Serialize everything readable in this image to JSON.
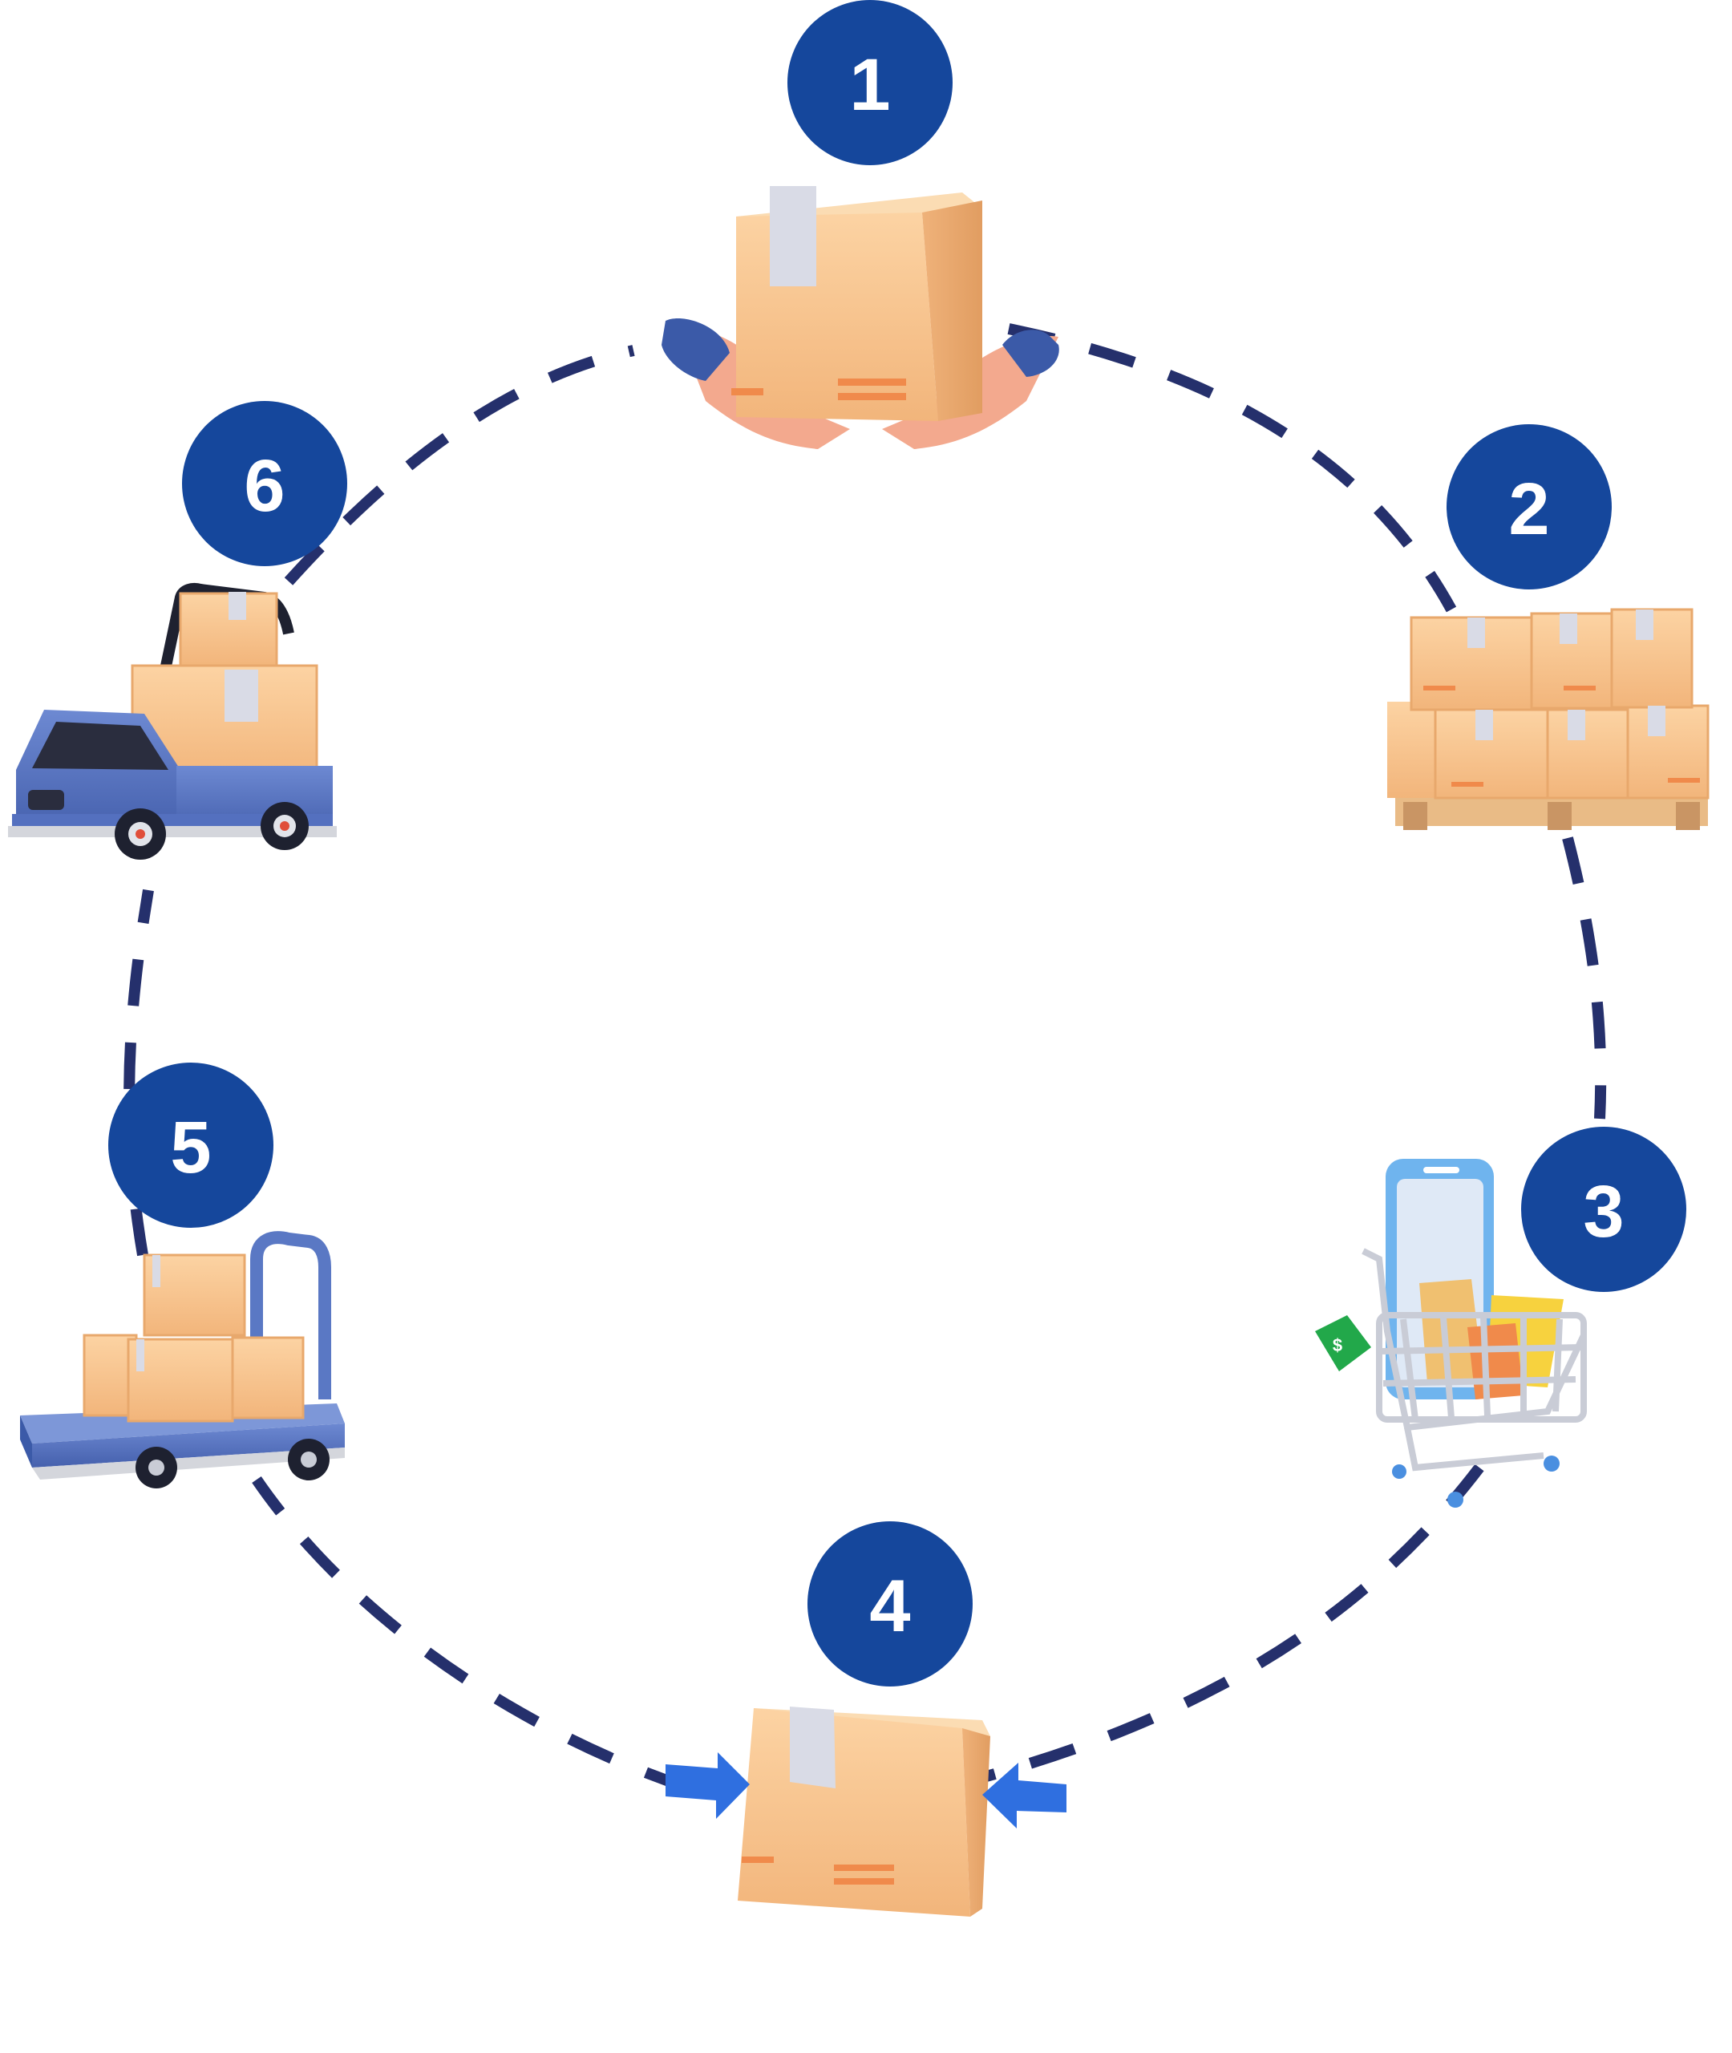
{
  "diagram": {
    "steps": [
      {
        "number": "1",
        "icon": "hands-holding-box-icon"
      },
      {
        "number": "2",
        "icon": "pallet-of-boxes-icon"
      },
      {
        "number": "3",
        "icon": "shopping-cart-phone-icon"
      },
      {
        "number": "4",
        "icon": "compressed-box-arrows-icon"
      },
      {
        "number": "5",
        "icon": "hand-trolley-boxes-icon"
      },
      {
        "number": "6",
        "icon": "delivery-truck-boxes-icon"
      }
    ],
    "colors": {
      "badge": "#15479c",
      "dash": "#25306c",
      "box": "#f8c38c",
      "box_shade": "#e8a86c",
      "tape": "#d9dbe6",
      "accent_blue": "#5a78c4",
      "arrow_blue": "#2f6fe0"
    }
  }
}
